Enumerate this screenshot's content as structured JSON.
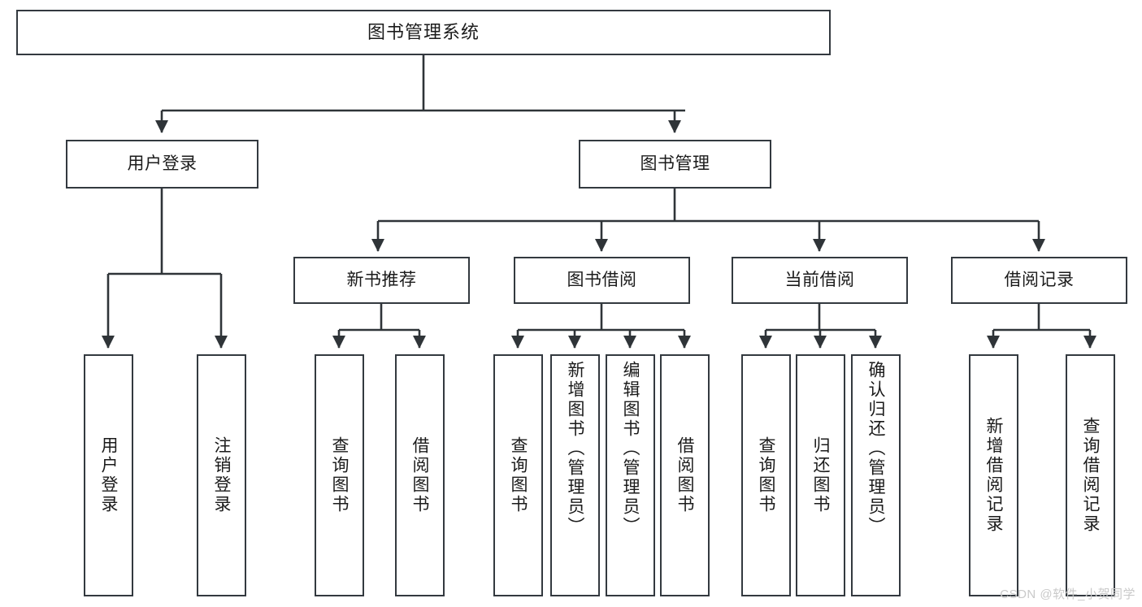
{
  "diagram": {
    "title": "图书管理系统",
    "type": "tree",
    "watermark": "CSDN @软件_小贺同学",
    "colors": {
      "box_stroke": "#33393f",
      "box_fill": "#ffffff",
      "edge": "#2f3438",
      "text": "#1b1b1b",
      "watermark": "#c9c9c9",
      "background": "#ffffff"
    },
    "root": {
      "label": "图书管理系统"
    },
    "level1": [
      {
        "label": "用户登录"
      },
      {
        "label": "图书管理"
      }
    ],
    "level2": [
      {
        "label": "新书推荐"
      },
      {
        "label": "图书借阅"
      },
      {
        "label": "当前借阅"
      },
      {
        "label": "借阅记录"
      }
    ],
    "leaves": {
      "user_login": [
        {
          "label": "用户登录"
        },
        {
          "label": "注销登录"
        }
      ],
      "new_book": [
        {
          "label": "查询图书"
        },
        {
          "label": "借阅图书"
        }
      ],
      "book_borrow": [
        {
          "label": "查询图书"
        },
        {
          "label": "新增图书（管理员）"
        },
        {
          "label": "编辑图书（管理员）"
        },
        {
          "label": "借阅图书"
        }
      ],
      "current_borrow": [
        {
          "label": "查询图书"
        },
        {
          "label": "归还图书"
        },
        {
          "label": "确认归还（管理员）"
        }
      ],
      "borrow_record": [
        {
          "label": "新增借阅记录"
        },
        {
          "label": "查询借阅记录"
        }
      ]
    }
  }
}
